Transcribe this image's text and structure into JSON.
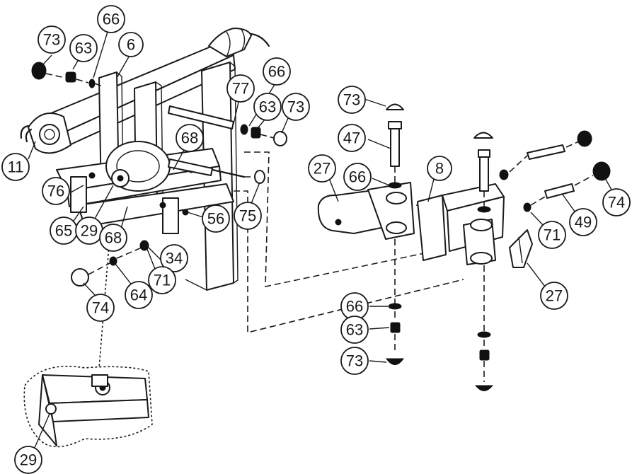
{
  "callouts": [
    {
      "id": "c73a",
      "label": "73"
    },
    {
      "id": "c63a",
      "label": "63"
    },
    {
      "id": "c66a",
      "label": "66"
    },
    {
      "id": "c6",
      "label": "6"
    },
    {
      "id": "c66b",
      "label": "66"
    },
    {
      "id": "c77",
      "label": "77"
    },
    {
      "id": "c63b",
      "label": "63"
    },
    {
      "id": "c73b",
      "label": "73"
    },
    {
      "id": "c11",
      "label": "11"
    },
    {
      "id": "c68a",
      "label": "68"
    },
    {
      "id": "c76",
      "label": "76"
    },
    {
      "id": "c65",
      "label": "65"
    },
    {
      "id": "c29a",
      "label": "29"
    },
    {
      "id": "c68b",
      "label": "68"
    },
    {
      "id": "c56",
      "label": "56"
    },
    {
      "id": "c75",
      "label": "75"
    },
    {
      "id": "c34",
      "label": "34"
    },
    {
      "id": "c71a",
      "label": "71"
    },
    {
      "id": "c64",
      "label": "64"
    },
    {
      "id": "c74a",
      "label": "74"
    },
    {
      "id": "c73c",
      "label": "73"
    },
    {
      "id": "c47",
      "label": "47"
    },
    {
      "id": "c27a",
      "label": "27"
    },
    {
      "id": "c66c",
      "label": "66"
    },
    {
      "id": "c8",
      "label": "8"
    },
    {
      "id": "c66d",
      "label": "66"
    },
    {
      "id": "c63c",
      "label": "63"
    },
    {
      "id": "c73d",
      "label": "73"
    },
    {
      "id": "c74b",
      "label": "74"
    },
    {
      "id": "c49",
      "label": "49"
    },
    {
      "id": "c71b",
      "label": "71"
    },
    {
      "id": "c27b",
      "label": "27"
    },
    {
      "id": "c29b",
      "label": "29"
    }
  ]
}
